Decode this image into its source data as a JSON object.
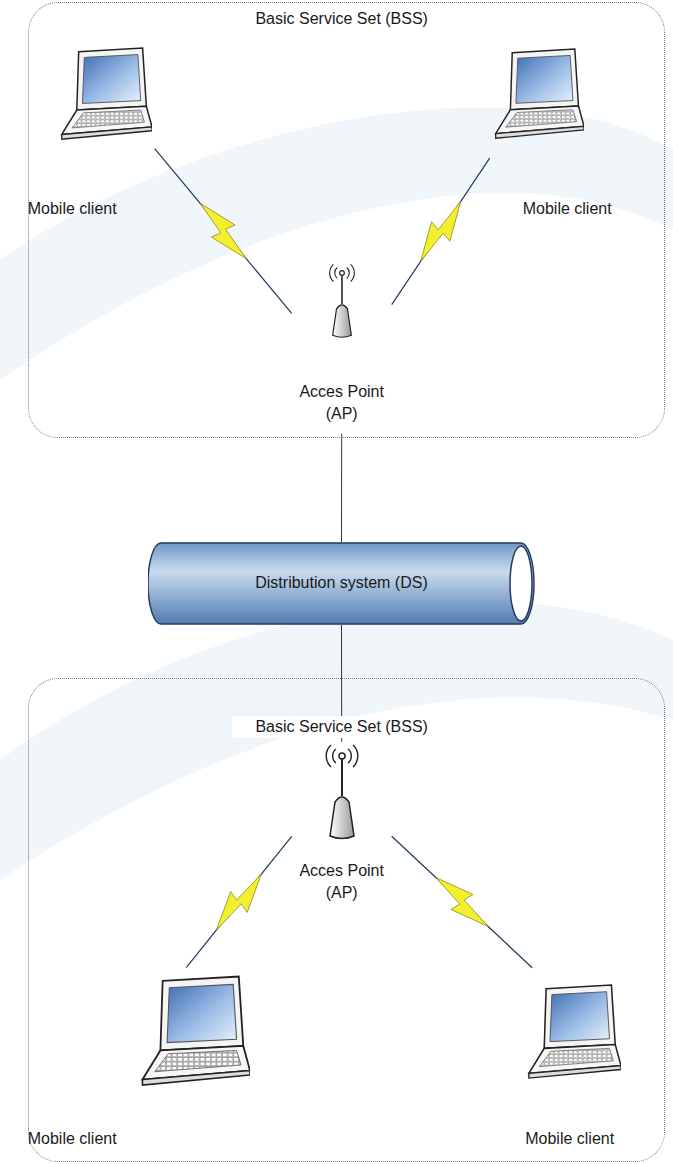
{
  "diagram": {
    "nodes": [
      {
        "text": [
          "Basic Service Set (BSS)"
        ]
      },
      {
        "text": [
          "Mobile client"
        ],
        "in": 0
      },
      {
        "text": [
          "Mobile client"
        ],
        "in": 0
      },
      {
        "text": [
          "Acces Point (AP)"
        ],
        "in": 0
      },
      {
        "text": [
          "Distribution system (DS)"
        ]
      },
      {
        "text": [
          "Basic Service Set (BSS)"
        ]
      },
      {
        "text": [
          "Acces Point (AP)"
        ],
        "in": 5
      },
      {
        "text": [
          "Mobile client"
        ],
        "in": 5
      },
      {
        "text": [
          "Mobile client"
        ],
        "in": 5
      }
    ],
    "edges": [
      {
        "from": 1,
        "to": 3,
        "arrow": "none"
      },
      {
        "from": 2,
        "to": 3,
        "arrow": "none"
      },
      {
        "from": 3,
        "to": 4,
        "arrow": "none"
      },
      {
        "from": 4,
        "to": 6,
        "arrow": "none"
      },
      {
        "from": 6,
        "to": 7,
        "arrow": "none"
      },
      {
        "from": 6,
        "to": 8,
        "arrow": "none"
      }
    ]
  }
}
